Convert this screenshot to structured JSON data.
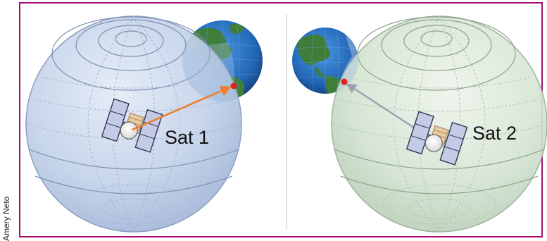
{
  "credit": "Amery Neto",
  "panels": [
    {
      "label": "Sat 1"
    },
    {
      "label": "Sat 2"
    }
  ],
  "colors": {
    "frame": "#a5106e",
    "sphere_left": "#b8c9e3",
    "sphere_right": "#cfe0cf",
    "ocean": "#2b76c6",
    "land": "#3d7a3a",
    "signal_left": "#f07f2d",
    "signal_right": "#9aa3b0",
    "target_dot": "#e02020"
  }
}
